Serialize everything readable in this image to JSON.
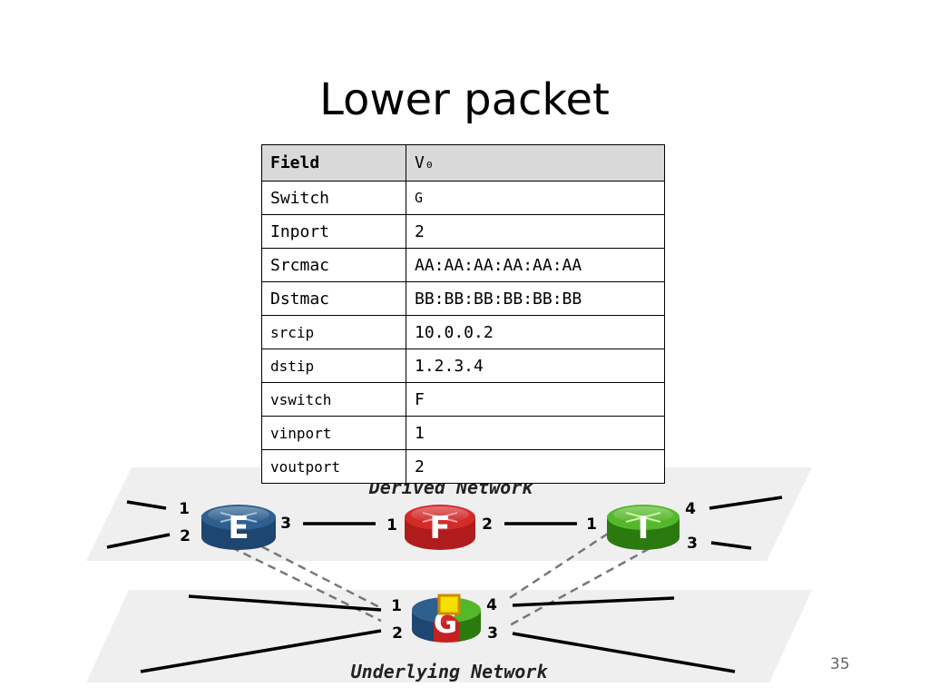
{
  "slide": {
    "title": "Lower packet",
    "page_number": "35"
  },
  "table": {
    "headers": [
      "Field",
      "V₀"
    ],
    "rows": [
      {
        "field": "Switch",
        "value": "G"
      },
      {
        "field": "Inport",
        "value": "2"
      },
      {
        "field": "Srcmac",
        "value": "AA:AA:AA:AA:AA:AA"
      },
      {
        "field": "Dstmac",
        "value": "BB:BB:BB:BB:BB:BB"
      },
      {
        "field": "srcip",
        "value": "10.0.0.2"
      },
      {
        "field": "dstip",
        "value": "1.2.3.4"
      },
      {
        "field": "vswitch",
        "value": "F"
      },
      {
        "field": "vinport",
        "value": "1"
      },
      {
        "field": "voutport",
        "value": "2"
      }
    ]
  },
  "diagram": {
    "derived_label": "Derived Network",
    "underlying_label": "Underlying Network",
    "switches": {
      "E": {
        "name": "E",
        "color": "#2e5f8f",
        "ports": [
          "1",
          "2",
          "3"
        ]
      },
      "F": {
        "name": "F",
        "color": "#d42a2a",
        "ports": [
          "1",
          "2"
        ]
      },
      "I": {
        "name": "I",
        "color": "#3a9a1a",
        "ports": [
          "1",
          "4",
          "3"
        ]
      },
      "G": {
        "name": "G",
        "ports": [
          "1",
          "2",
          "4",
          "3"
        ]
      }
    },
    "marker_color": "#f5e000"
  }
}
